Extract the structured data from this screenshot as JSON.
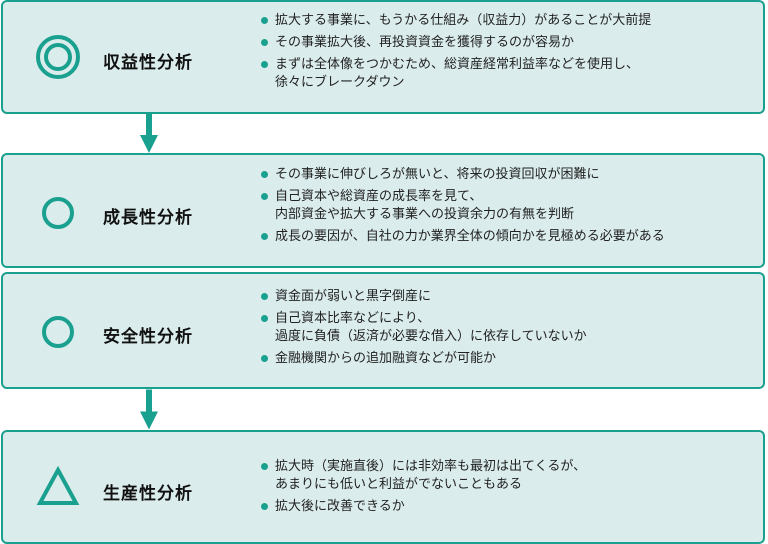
{
  "accent_color": "#1aa08e",
  "box_background": "#dbecec",
  "sections": [
    {
      "title": "収益性分析",
      "rating_icon": "double-circle-icon",
      "bullets": [
        "拡大する事業に、もうかる仕組み（収益力）があることが大前提",
        "その事業拡大後、再投資資金を獲得するのが容易か",
        "まずは全体像をつかむため、総資産経常利益率などを使用し、\n徐々にブレークダウン"
      ]
    },
    {
      "title": "成長性分析",
      "rating_icon": "circle-icon",
      "bullets": [
        "その事業に伸びしろが無いと、将来の投資回収が困難に",
        "自己資本や総資産の成長率を見て、\n内部資金や拡大する事業への投資余力の有無を判断",
        "成長の要因が、自社の力か業界全体の傾向かを見極める必要がある"
      ]
    },
    {
      "title": "安全性分析",
      "rating_icon": "circle-icon",
      "bullets": [
        "資金面が弱いと黒字倒産に",
        "自己資本比率などにより、\n過度に負債（返済が必要な借入）に依存していないか",
        "金融機関からの追加融資などが可能か"
      ]
    },
    {
      "title": "生産性分析",
      "rating_icon": "triangle-icon",
      "bullets": [
        "拡大時（実施直後）には非効率も最初は出てくるが、\nあまりにも低いと利益がでないこともある",
        "拡大後に改善できるか"
      ]
    }
  ]
}
